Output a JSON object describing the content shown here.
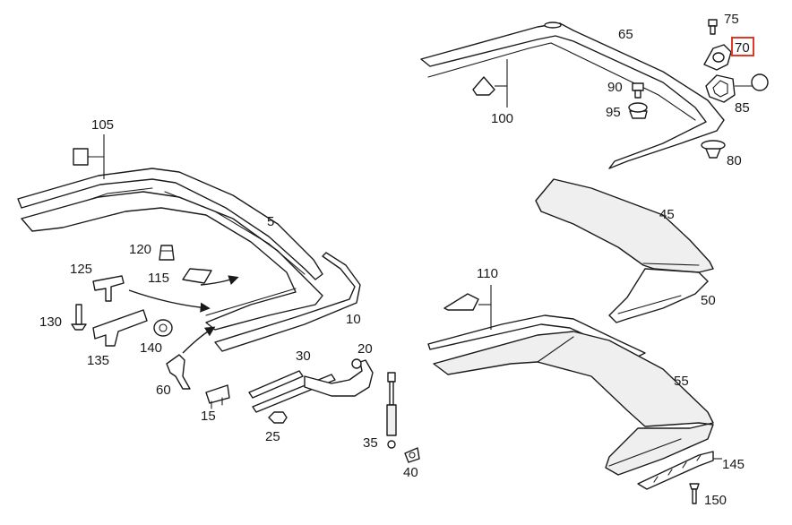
{
  "callouts": {
    "c5": "5",
    "c10": "10",
    "c15": "15",
    "c20": "20",
    "c25": "25",
    "c30": "30",
    "c35": "35",
    "c40": "40",
    "c45": "45",
    "c50": "50",
    "c55": "55",
    "c60": "60",
    "c65": "65",
    "c70": "70",
    "c75": "75",
    "c80": "80",
    "c85": "85",
    "c90": "90",
    "c95": "95",
    "c100": "100",
    "c105": "105",
    "c110": "110",
    "c115": "115",
    "c120": "120",
    "c125": "125",
    "c130": "130",
    "c135": "135",
    "c140": "140",
    "c145": "145",
    "c150": "150"
  },
  "highlighted_callout": "70",
  "colors": {
    "highlight": "#e03a24",
    "line": "#1a1a1a",
    "background": "#ffffff"
  }
}
